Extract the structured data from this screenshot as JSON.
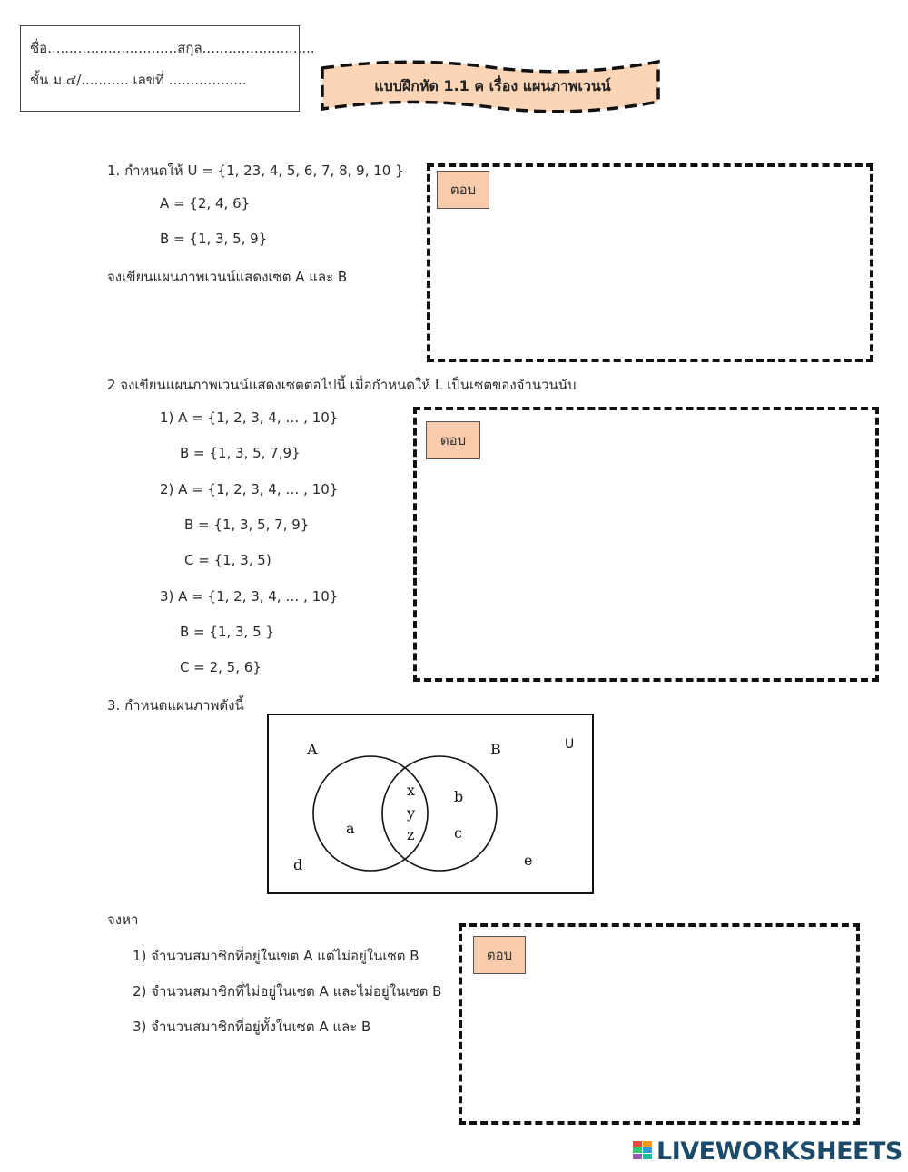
{
  "header": {
    "name_line": "ชื่อ..............................สกุล..........................",
    "class_line": "ชั้น ม.๔/........... เลขที่ ..................",
    "banner_title": "แบบฝึกหัด 1.1 ค  เรื่อง แผนภาพเวนน์"
  },
  "answer_label": "ตอบ",
  "q1": {
    "line1": "1. กำหนดให้ U = {1, 23, 4, 5, 6, 7, 8, 9, 10 }",
    "line2": "A = {2, 4, 6}",
    "line3": "B = {1, 3, 5, 9}",
    "line4": "จงเขียนแผนภาพเวนน์แสดงเซต A และ B"
  },
  "q2": {
    "title": "2 จงเขียนแผนภาพเวนน์แสดงเซตต่อไปนี้ เมื่อกำหนดให้ L เป็นเซตของจำนวนนับ",
    "items": [
      "1)  A = {1, 2, 3, 4, … , 10}",
      "B = {1, 3, 5, 7,9}",
      "2)  A = {1, 2, 3, 4, … , 10}",
      "B = {1, 3, 5, 7, 9}",
      "C = {1, 3, 5)",
      "3)  A = {1, 2, 3, 4, … , 10}",
      "B = {1, 3, 5 }",
      "C = 2, 5, 6}"
    ]
  },
  "q3": {
    "title": "3. กำหนดแผนภาพดังนี้",
    "venn": {
      "label_A": "A",
      "label_B": "B",
      "label_U": "U",
      "a": "a",
      "x": "x",
      "y": "y",
      "z": "z",
      "b": "b",
      "c": "c",
      "d": "d",
      "e": "e"
    },
    "find": "จงหา",
    "items": [
      "1) จำนวนสมาชิกที่อยู่ในเขต A แต่ไม่อยู่ในเซต B",
      "2) จำนวนสมาชิกที่ไม่อยู่ในเซต A และไม่อยู่ในเซต B",
      "3) จำนวนสมาชิกที่อยู่ทั้งในเซต A และ B"
    ]
  },
  "footer": {
    "logo_text": "LIVEWORKSHEETS"
  },
  "colors": {
    "banner_fill": "#fbd5b5",
    "label_fill": "#f8cbad",
    "logo": "#1b4a6b"
  }
}
